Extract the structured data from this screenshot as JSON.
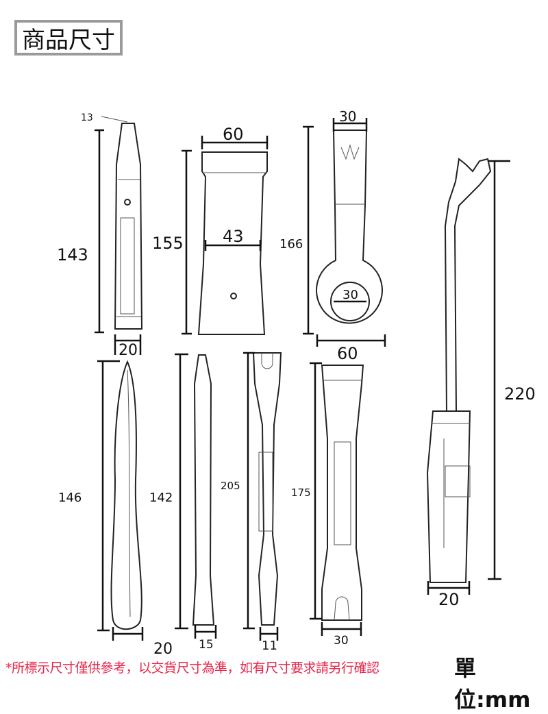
{
  "title": "商品尺寸",
  "dimensions": {
    "tool1": {
      "tip": "13",
      "length": "143",
      "width": "20"
    },
    "tool2": {
      "top_width": "60",
      "length": "155",
      "mid_width": "43"
    },
    "tool3": {
      "top_width": "30",
      "length": "166",
      "hole": "30",
      "ring_width": "60"
    },
    "tool4": {
      "length": "220",
      "handle_width": "20"
    },
    "tool5": {
      "length": "146",
      "width": "20"
    },
    "tool6": {
      "length": "142",
      "width": "15"
    },
    "tool7": {
      "length": "205",
      "width": "11"
    },
    "tool8": {
      "length": "175",
      "width": "30"
    }
  },
  "footer": {
    "note": "*所標示尺寸僅供參考，以交貨尺寸為準，如有尺寸要求請另行確認",
    "unit": "單位:mm"
  },
  "colors": {
    "note": "#e8264a",
    "title_border": "#9a9a9a"
  }
}
